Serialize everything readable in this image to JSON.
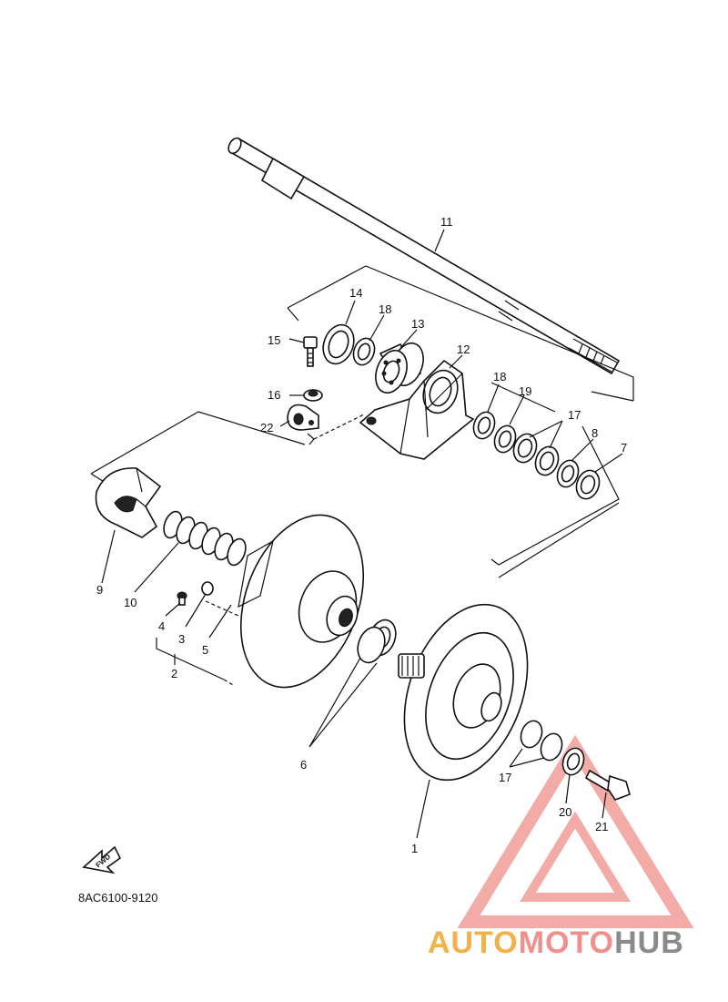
{
  "part_labels": {
    "p1": "1",
    "p2": "2",
    "p3": "3",
    "p4": "4",
    "p5": "5",
    "p6": "6",
    "p7": "7",
    "p8": "8",
    "p9": "9",
    "p10": "10",
    "p11": "11",
    "p12": "12",
    "p13": "13",
    "p14": "14",
    "p15": "15",
    "p16": "16",
    "p17a": "17",
    "p17b": "17",
    "p18a": "18",
    "p18b": "18",
    "p19": "19",
    "p20": "20",
    "p21": "21",
    "p22": "22"
  },
  "fwd_label": "FWD",
  "diagram_code": "8AC6100-9120",
  "watermark": {
    "part1": "AUTO",
    "part2": "MOTO",
    "part3": "HUB"
  },
  "colors": {
    "line": "#111111",
    "watermark_red": "#f08f8c",
    "watermark_orange": "#f2b24a",
    "watermark_gray": "#8a8a8a"
  }
}
